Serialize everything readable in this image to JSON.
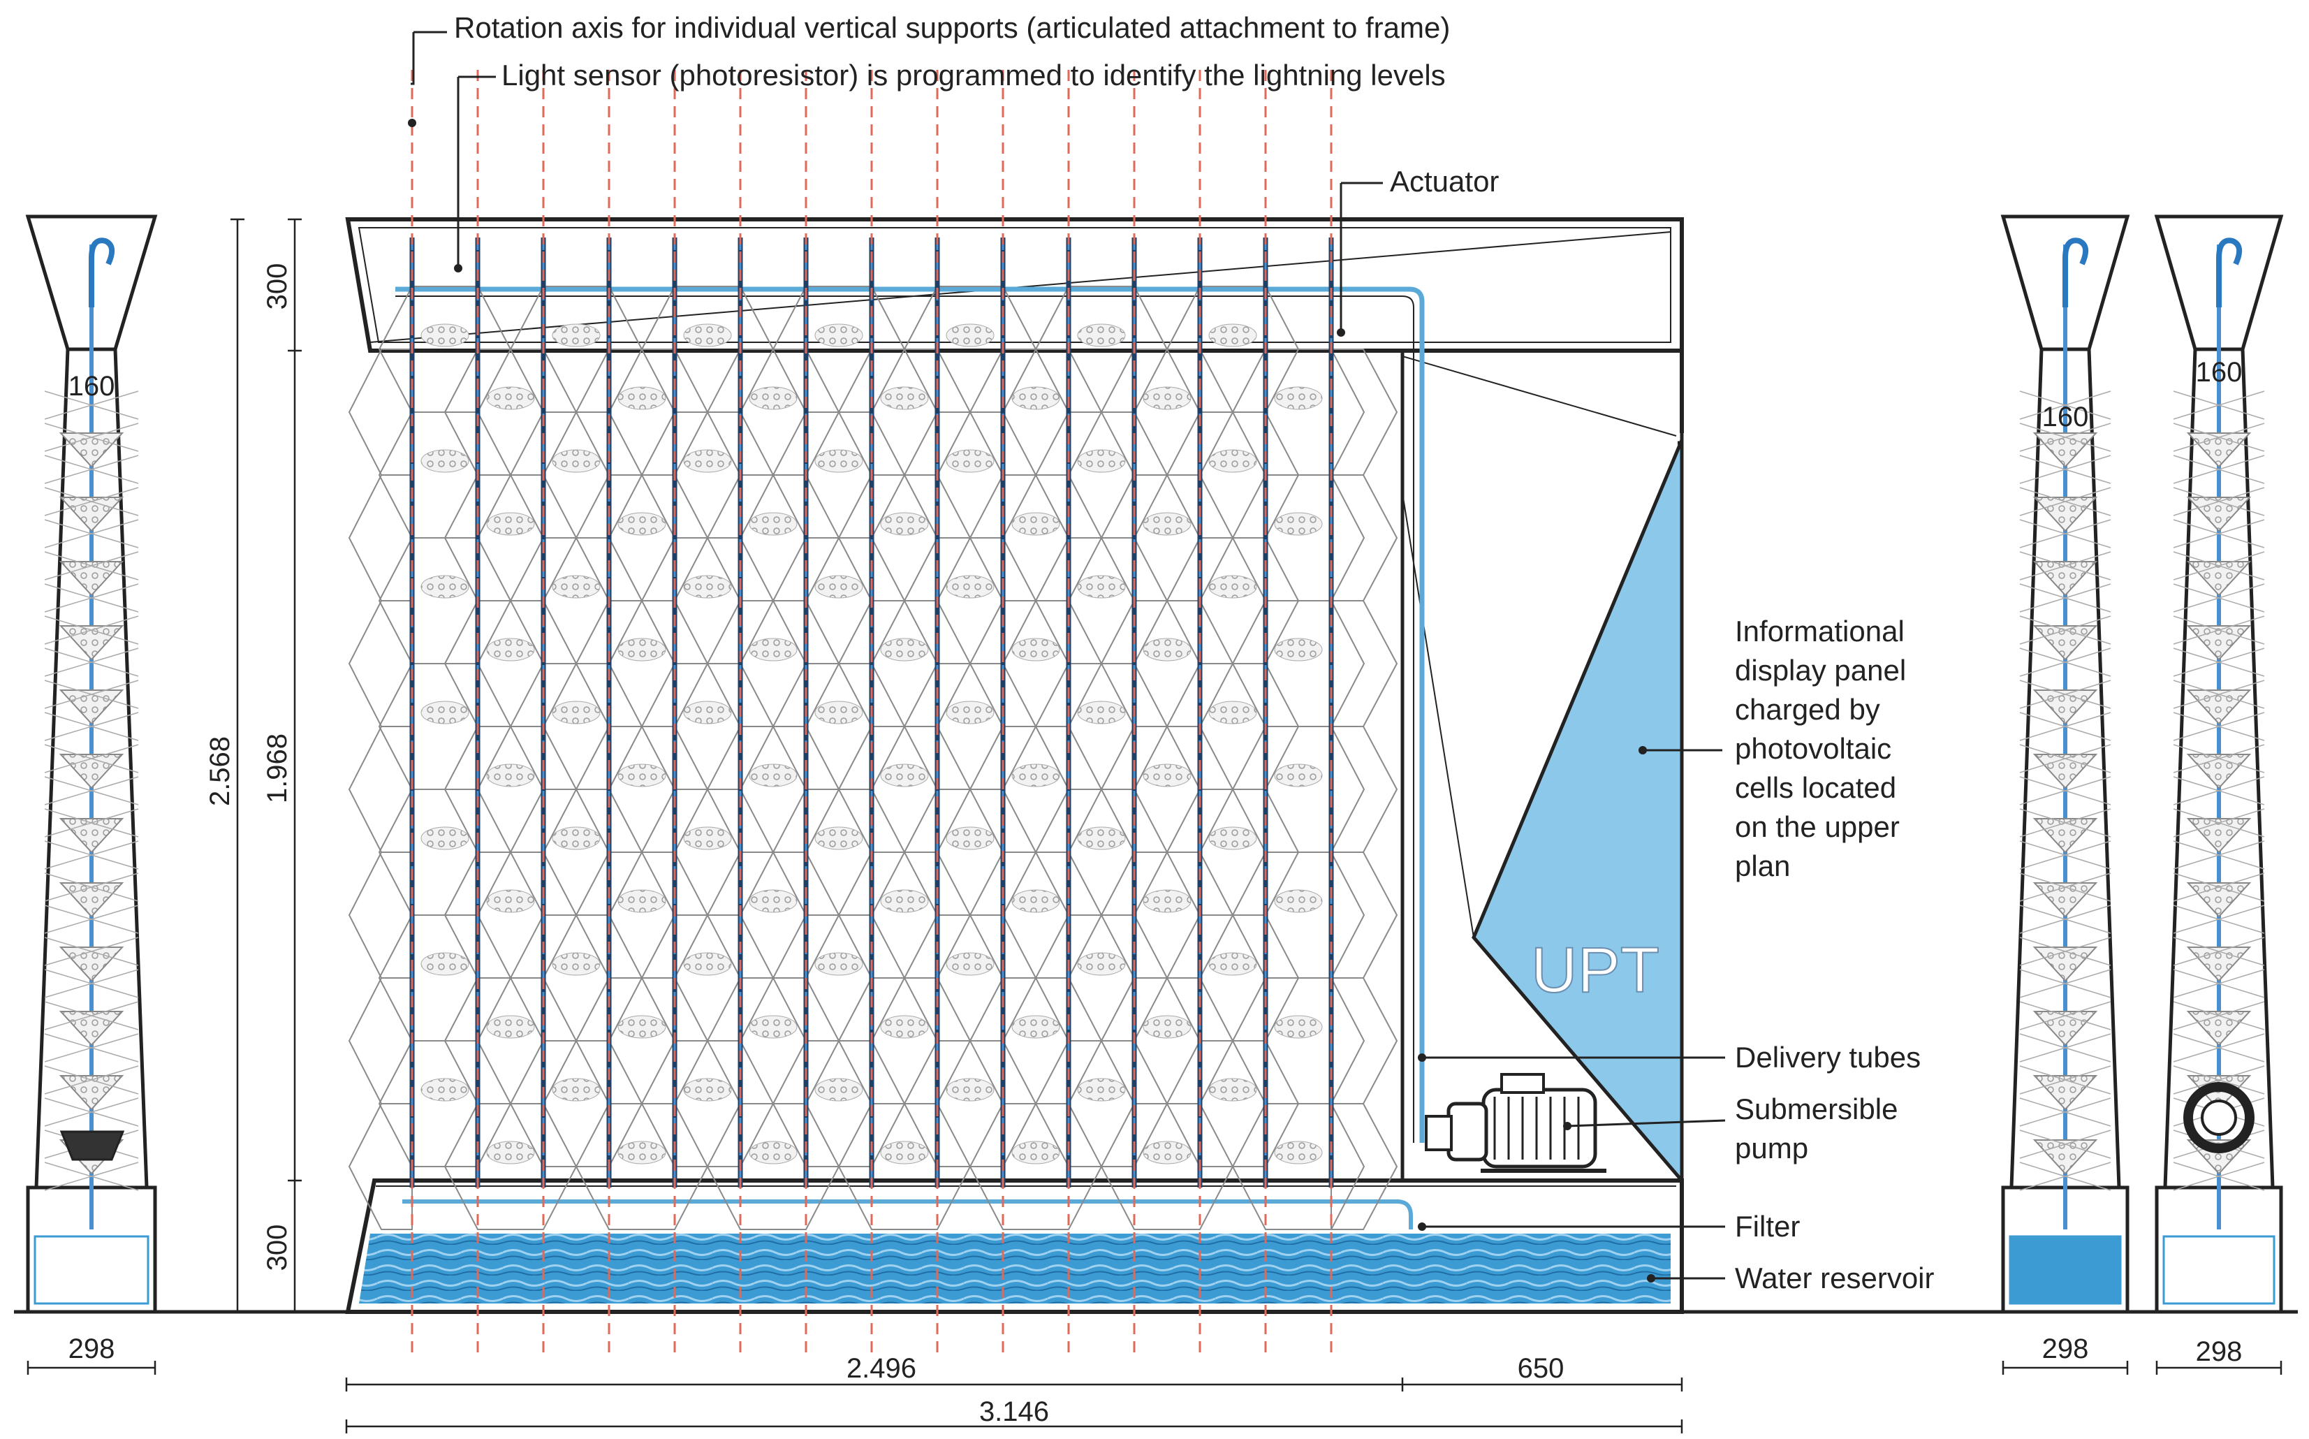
{
  "labels": {
    "rotation_axis": "Rotation axis for individual vertical supports (articulated attachment to frame)",
    "light_sensor": "Light sensor (photoresistor) is programmed to identify the lightning levels",
    "actuator": "Actuator",
    "display_panel": [
      "Informational",
      "display panel",
      "charged by",
      "photovoltaic",
      "cells located",
      "on the upper",
      "plan"
    ],
    "delivery_tubes": "Delivery tubes",
    "pump": [
      "Submersible",
      "pump"
    ],
    "filter": "Filter",
    "water_reservoir": "Water reservoir",
    "upt": "UPT"
  },
  "dimensions": {
    "overall_height": "2.568",
    "top_section": "300",
    "middle_section": "1.968",
    "bottom_section": "300",
    "module_width": "2.496",
    "panel_width": "650",
    "total_width": "3.146",
    "side_width_left": "298",
    "side_width_right1": "298",
    "side_width_right2": "298",
    "side_label_left": "160",
    "side_label_right1": "160",
    "side_label_right2": "160"
  },
  "colors": {
    "frame": "#222222",
    "dashed_axis": "#e06a5a",
    "water": "#3d9bd3",
    "panel": "#8cc8ea",
    "tube": "#5aa9d6",
    "grid_line": "#888888"
  }
}
